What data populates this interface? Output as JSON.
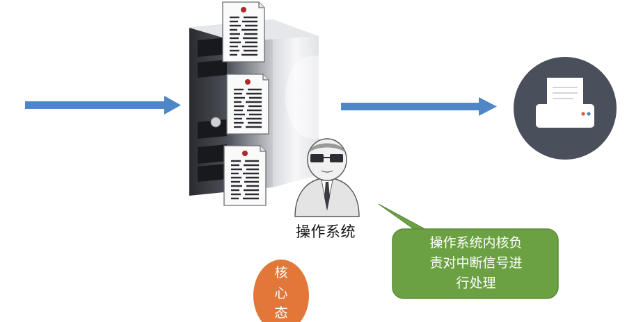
{
  "os_label": "操作系统",
  "callout": {
    "line1": "操作系统内核负",
    "line2": "责对中断信号进",
    "line3": "行处理"
  },
  "badge": {
    "char1": "核",
    "char2": "心",
    "char3": "态"
  },
  "colors": {
    "arrow": "#4f86c6",
    "callout_green": "#6ca143",
    "badge_orange": "#e2773a",
    "printer_circle": "#4a4f5c"
  },
  "icons": [
    "server-tower-icon",
    "document-icon",
    "printer-icon",
    "person-with-glasses-icon"
  ]
}
